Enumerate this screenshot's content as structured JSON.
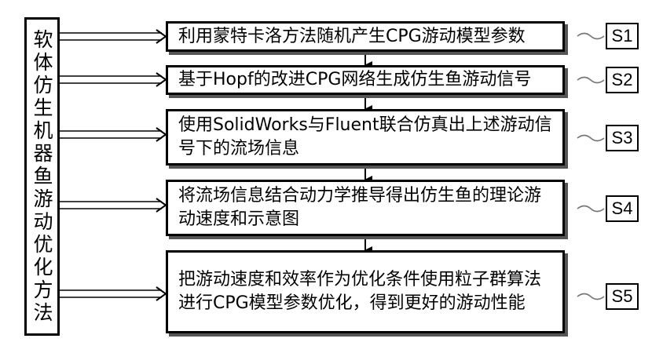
{
  "title": "软体仿生机器鱼游动优化方法",
  "steps": [
    {
      "id": "S1",
      "text": "利用蒙特卡洛方法随机产生CPG游动模型参数"
    },
    {
      "id": "S2",
      "text": "基于Hopf的改进CPG网络生成仿生鱼游动信号"
    },
    {
      "id": "S3",
      "text": "使用SolidWorks与Fluent联合仿真出上述游动信号下的流场信息"
    },
    {
      "id": "S4",
      "text": "将流场信息结合动力学推导得出仿生鱼的理论游动速度和示意图"
    },
    {
      "id": "S5",
      "text": "把游动速度和效率作为优化条件使用粒子群算法进行CPG模型参数优化，得到更好的游动性能"
    }
  ]
}
